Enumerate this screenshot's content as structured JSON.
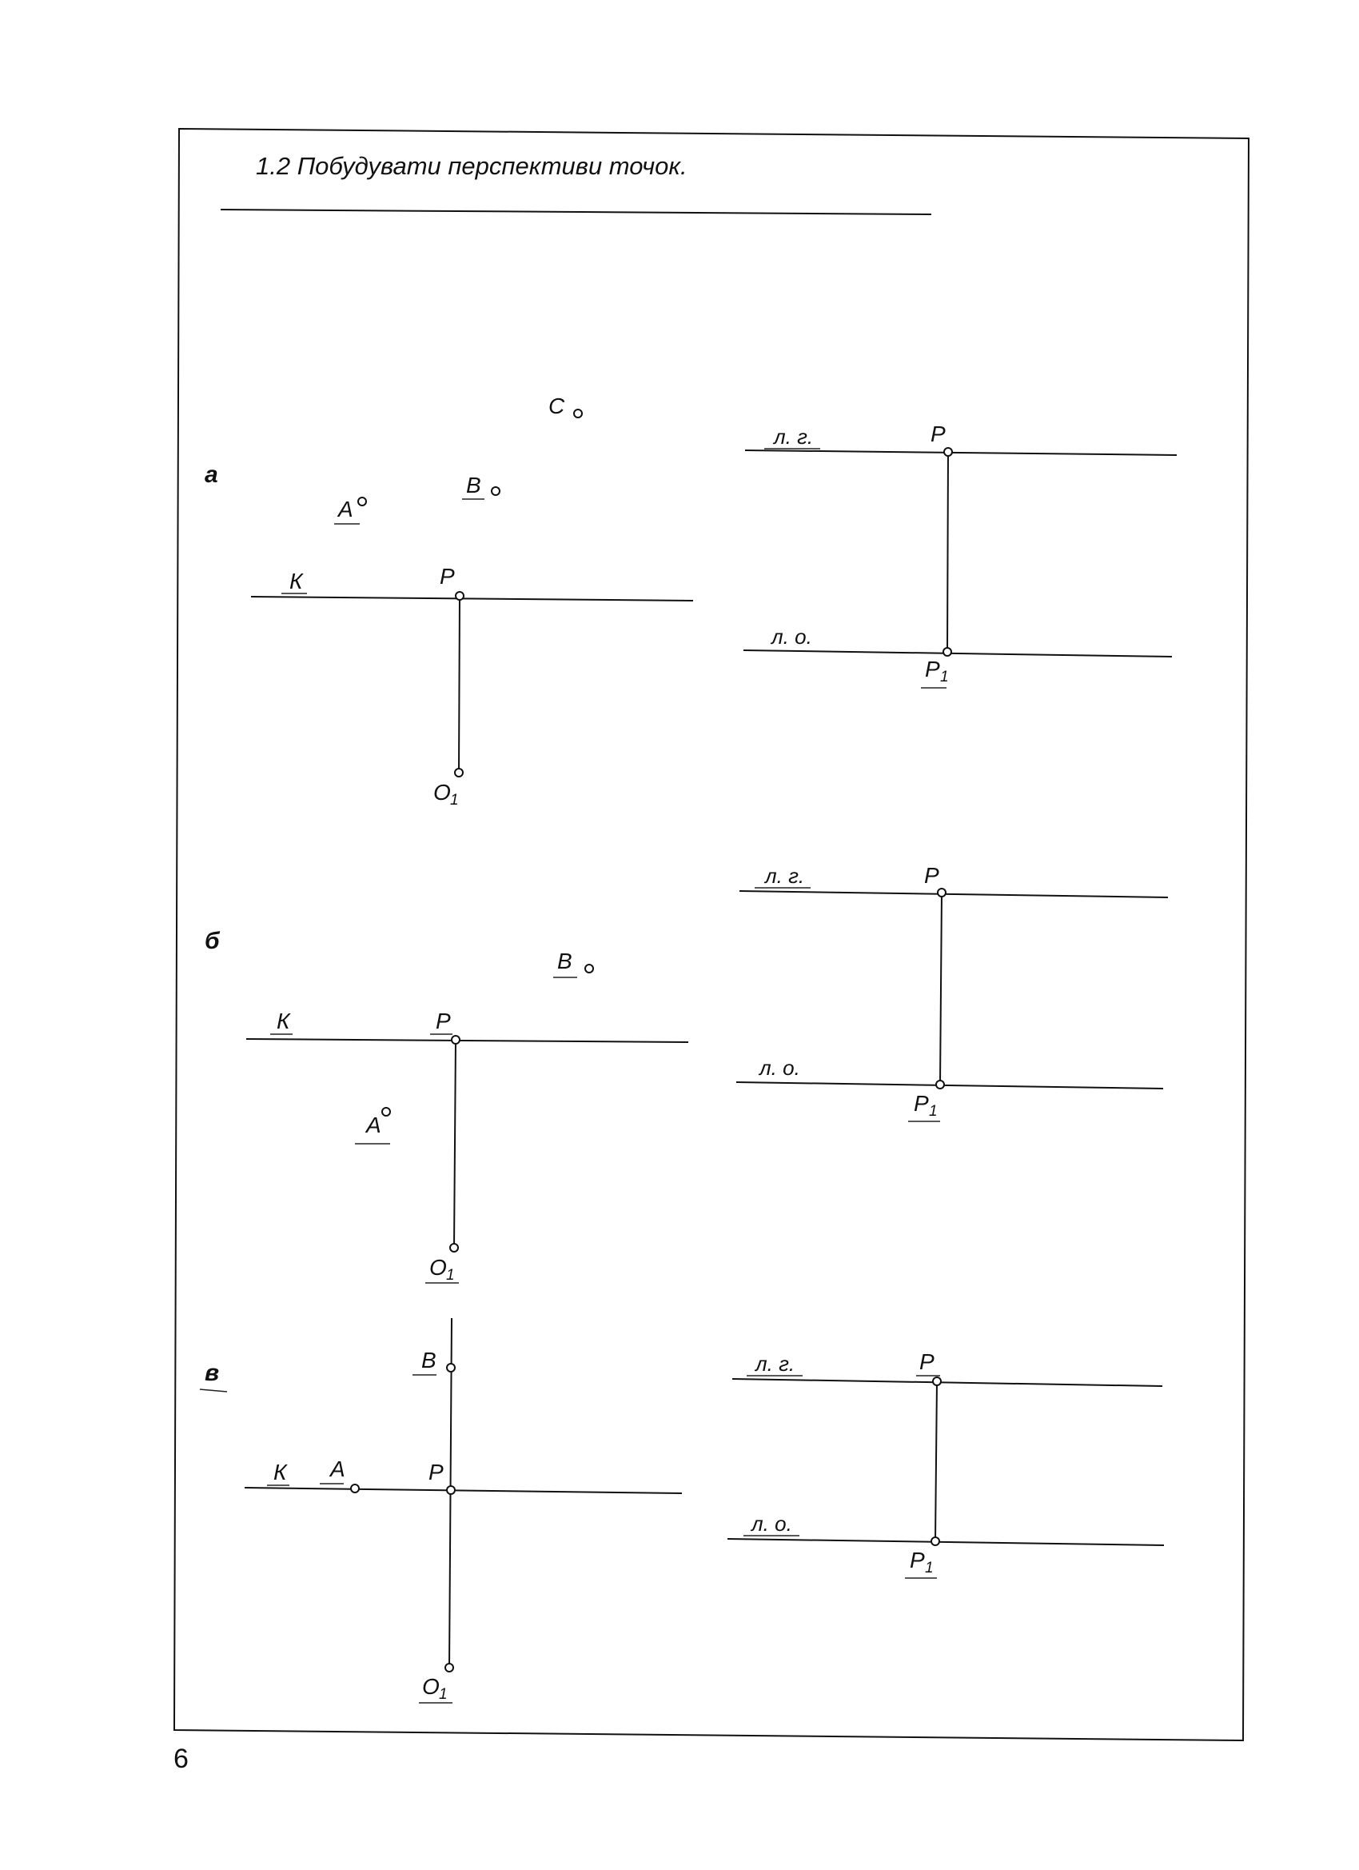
{
  "task_title": "1.2 Побудувати перспективи точок.",
  "page_number": "6",
  "sections": [
    {
      "mark": "а",
      "left": {
        "k": "К",
        "p": "P",
        "o1": "O",
        "o1_sub": "1",
        "points": [
          "A",
          "B",
          "C"
        ]
      },
      "right": {
        "lg": "л. г.",
        "lo": "л. о.",
        "p": "P",
        "p1": "P",
        "p1_sub": "1"
      }
    },
    {
      "mark": "б",
      "left": {
        "k": "К",
        "p": "P",
        "o1": "O",
        "o1_sub": "1",
        "points": [
          "A",
          "B"
        ]
      },
      "right": {
        "lg": "л. г.",
        "lo": "л. о.",
        "p": "P",
        "p1": "P",
        "p1_sub": "1"
      }
    },
    {
      "mark": "в",
      "left": {
        "k": "К",
        "p": "P",
        "o1": "O",
        "o1_sub": "1",
        "points": [
          "A",
          "B"
        ]
      },
      "right": {
        "lg": "л. г.",
        "lo": "л. о.",
        "p": "P",
        "p1": "P",
        "p1_sub": "1"
      }
    }
  ]
}
